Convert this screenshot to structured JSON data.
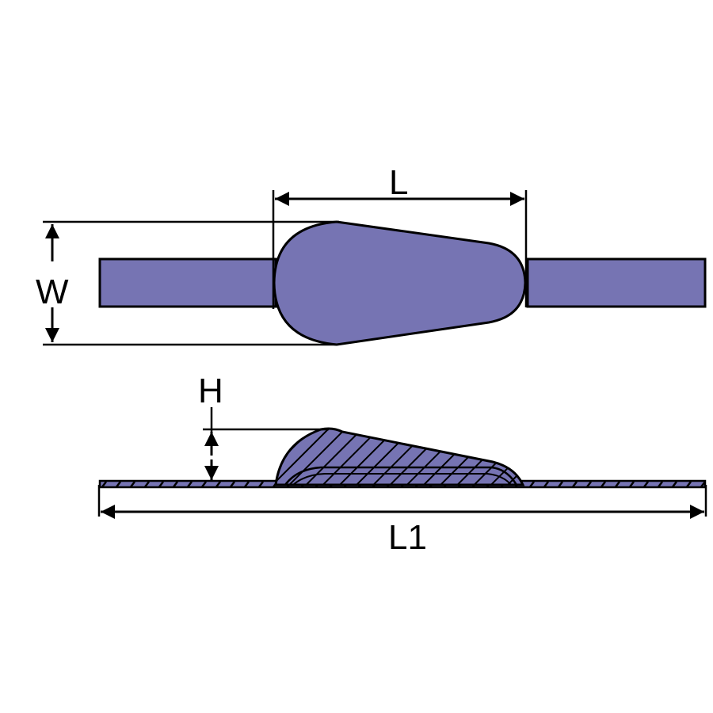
{
  "diagram": {
    "type": "technical-drawing",
    "subject": "cable-splice-sleeve",
    "colors": {
      "fill": "#7674b3",
      "stroke": "#000000",
      "background": "#ffffff"
    },
    "top_view": {
      "dimensions": {
        "length_label": "L",
        "width_label": "W"
      }
    },
    "side_view": {
      "dimensions": {
        "height_label": "H",
        "total_length_label": "L1"
      }
    }
  }
}
